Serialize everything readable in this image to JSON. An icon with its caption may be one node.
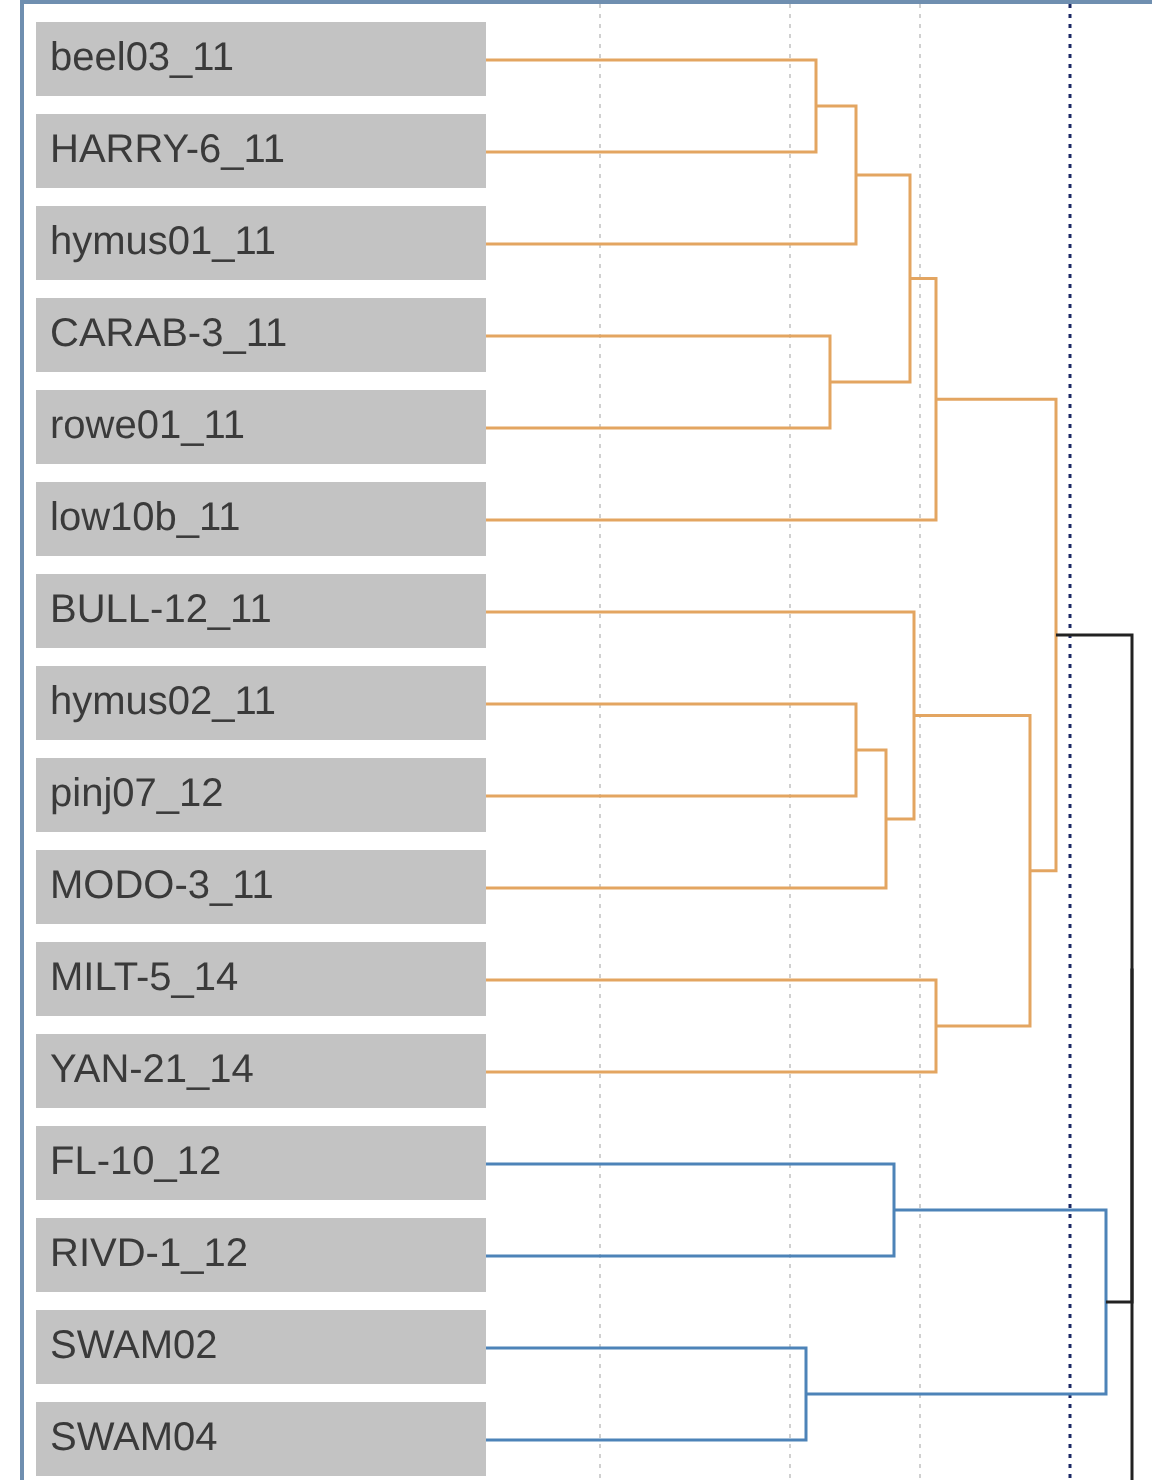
{
  "diagram": {
    "nodes": [
      {
        "text": [
          "beel03_11"
        ]
      },
      {
        "text": [
          "HARRY-6_11"
        ]
      },
      {
        "text": [
          "hymus01_11"
        ]
      },
      {
        "text": [
          "CARAB-3_11"
        ]
      },
      {
        "text": [
          "rowe01_11"
        ]
      },
      {
        "text": [
          "low10b_11"
        ]
      },
      {
        "text": [
          "BULL-12_11"
        ]
      },
      {
        "text": [
          "hymus02_11"
        ]
      },
      {
        "text": [
          "pinj07_12"
        ]
      },
      {
        "text": [
          "MODO-3_11"
        ]
      },
      {
        "text": [
          "MILT-5_14"
        ]
      },
      {
        "text": [
          "YAN-21_14"
        ]
      },
      {
        "text": [
          "FL-10_12"
        ]
      },
      {
        "text": [
          "RIVD-1_12"
        ]
      },
      {
        "text": [
          "SWAM02"
        ]
      },
      {
        "text": [
          "SWAM04"
        ]
      }
    ]
  }
}
